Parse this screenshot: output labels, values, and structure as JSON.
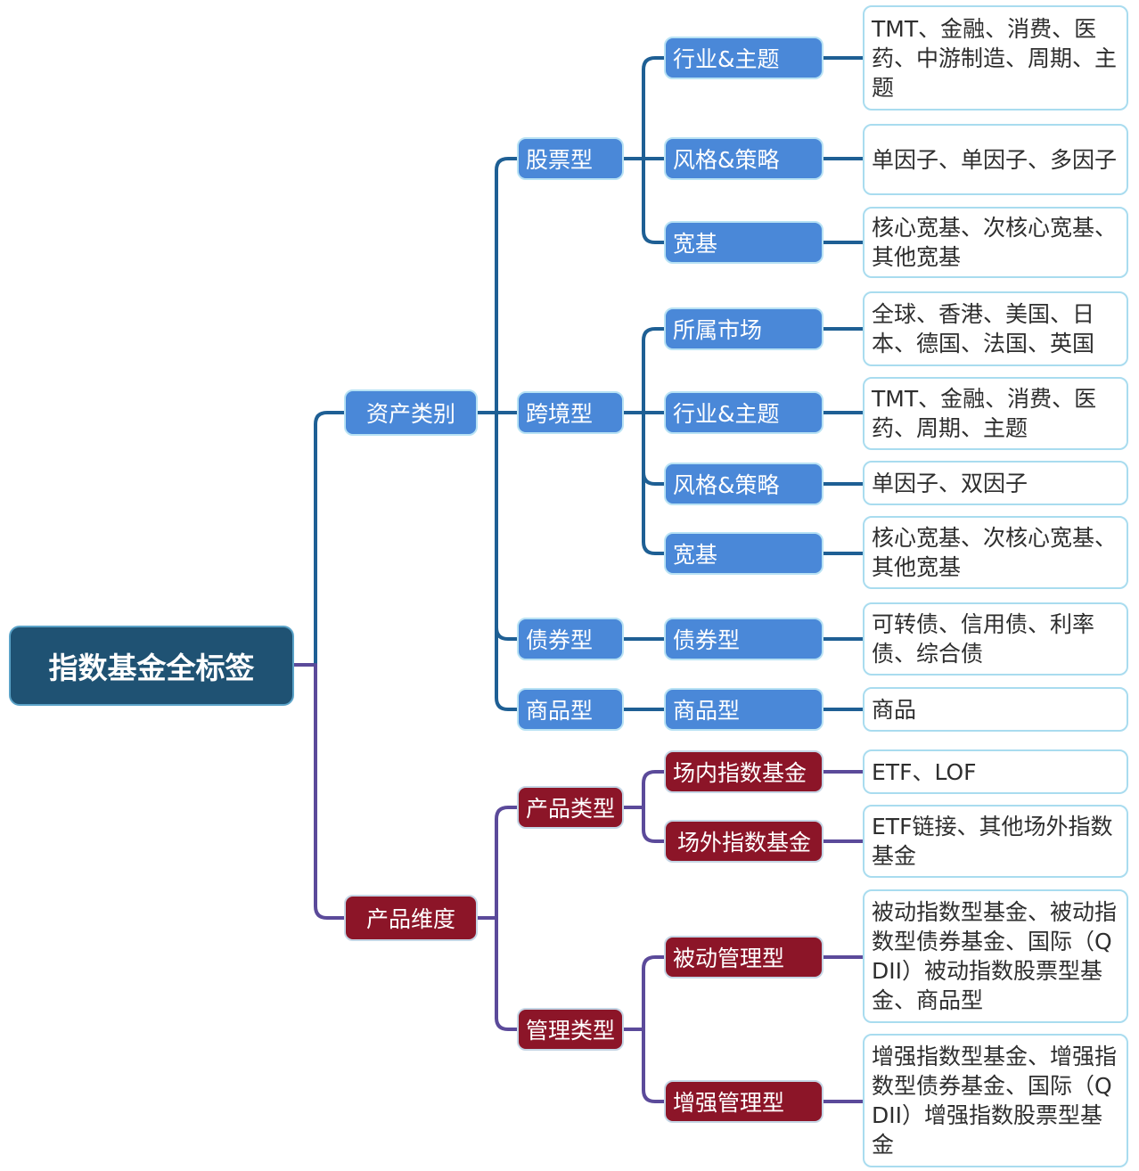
{
  "root": "指数基金全标签",
  "asset": {
    "label": "资产类别",
    "stock": {
      "label": "股票型",
      "industry": {
        "label": "行业&主题",
        "leaf": "TMT、金融、消费、医药、中游制造、周期、主题"
      },
      "style": {
        "label": "风格&策略",
        "leaf": "单因子、单因子、多因子"
      },
      "broad": {
        "label": "宽基",
        "leaf": "核心宽基、次核心宽基、其他宽基"
      }
    },
    "cross": {
      "label": "跨境型",
      "market": {
        "label": "所属市场",
        "leaf": "全球、香港、美国、日本、德国、法国、英国"
      },
      "industry": {
        "label": "行业&主题",
        "leaf": "TMT、金融、消费、医药、周期、主题"
      },
      "style": {
        "label": "风格&策略",
        "leaf": "单因子、双因子"
      },
      "broad": {
        "label": "宽基",
        "leaf": "核心宽基、次核心宽基、其他宽基"
      }
    },
    "bond": {
      "label": "债券型",
      "child": {
        "label": "债券型",
        "leaf": "可转债、信用债、利率债、综合债"
      }
    },
    "commodity": {
      "label": "商品型",
      "child": {
        "label": "商品型",
        "leaf": "商品"
      }
    }
  },
  "product": {
    "label": "产品维度",
    "type": {
      "label": "产品类型",
      "onsite": {
        "label": "场内指数基金",
        "leaf": "ETF、LOF"
      },
      "offsite": {
        "label": "场外指数基金",
        "leaf": "ETF链接、其他场外指数基金"
      }
    },
    "mgmt": {
      "label": "管理类型",
      "passive": {
        "label": "被动管理型",
        "leaf": "被动指数型基金、被动指数型债券基金、国际（QDII）被动指数股票型基金、商品型"
      },
      "enhanced": {
        "label": "增强管理型",
        "leaf": "增强指数型基金、增强指数型债券基金、国际（QDII）增强指数股票型基金"
      }
    }
  },
  "colors": {
    "root": "#1f5273",
    "asset_branch": "#4a88d8",
    "product_branch": "#8c1528",
    "asset_line": "#1e5f94",
    "product_line": "#5b4a9a"
  }
}
